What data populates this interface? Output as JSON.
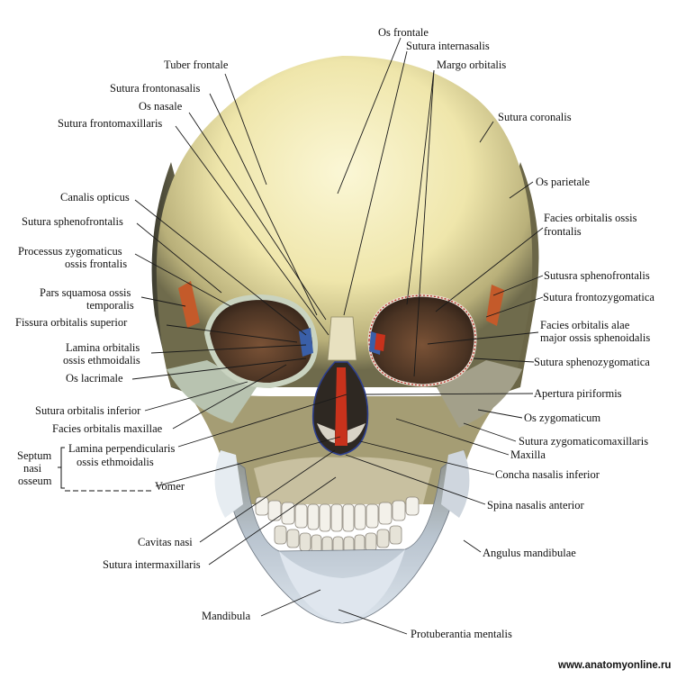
{
  "labels": {
    "os_frontale": "Os frontale",
    "sutura_internasalis": "Sutura internasalis",
    "margo_orbitalis": "Margo orbitalis",
    "tuber_frontale": "Tuber frontale",
    "sutura_frontonasalis": "Sutura frontonasalis",
    "os_nasale": "Os nasale",
    "sutura_frontomaxillaris": "Sutura frontomaxillaris",
    "sutura_coronalis": "Sutura coronalis",
    "os_parietale": "Os parietale",
    "canalis_opticus": "Canalis opticus",
    "sutura_sphenofrontalis": "Sutura sphenofrontalis",
    "processus_zygomaticus_1": "Processus zygomaticus",
    "processus_zygomaticus_2": "ossis frontalis",
    "facies_orbitalis_frontalis_1": "Facies orbitalis ossis",
    "facies_orbitalis_frontalis_2": "frontalis",
    "pars_squamosa_1": "Pars squamosa ossis",
    "pars_squamosa_2": "temporalis",
    "sutusra_sphenofrontalis": "Sutusra sphenofrontalis",
    "sutura_frontozygomatica": "Sutura frontozygomatica",
    "fissura_orbitalis_superior": "Fissura orbitalis superior",
    "facies_orbitalis_alae_1": "Facies orbitalis alae",
    "facies_orbitalis_alae_2": "major ossis sphenoidalis",
    "lamina_orbitalis_1": "Lamina orbitalis",
    "lamina_orbitalis_2": "ossis ethmoidalis",
    "sutura_sphenozygomatica": "Sutura sphenozygomatica",
    "os_lacrimale": "Os lacrimale",
    "apertura_piriformis": "Apertura piriformis",
    "sutura_orbitalis_inferior": "Sutura orbitalis inferior",
    "os_zygomaticum": "Os  zygomaticum",
    "facies_orbitalis_maxillae": "Facies orbitalis maxillae",
    "sutura_zygomaticomaxillaris": "Sutura zygomaticomaxillaris",
    "maxilla": "Maxilla",
    "septum_1": "Septum",
    "septum_2": "nasi",
    "septum_3": "osseum",
    "lamina_perpendicularis_1": "Lamina perpendicularis",
    "lamina_perpendicularis_2": "ossis ethmoidalis",
    "concha_nasalis_inferior": "Concha nasalis inferior",
    "vomer": "Vomer",
    "spina_nasalis_anterior": "Spina nasalis anterior",
    "cavitas_nasi": "Cavitas nasi",
    "angulus_mandibulae": "Angulus mandibulae",
    "sutura_intermaxillaris": "Sutura intermaxillaris",
    "mandibula": "Mandibula",
    "protuberantia_mentalis": "Protuberantia mentalis"
  },
  "watermark": "www.anatomyonline.ru",
  "colors": {
    "bone_light": "#f6f0c0",
    "bone_mid": "#d9cf96",
    "bone_shadow": "#8f8a62",
    "mandible": "#c9d3dd",
    "orbit": "#5a3f2c",
    "nasal_red": "#c8321c",
    "outline_blue": "#2d3f8f"
  }
}
